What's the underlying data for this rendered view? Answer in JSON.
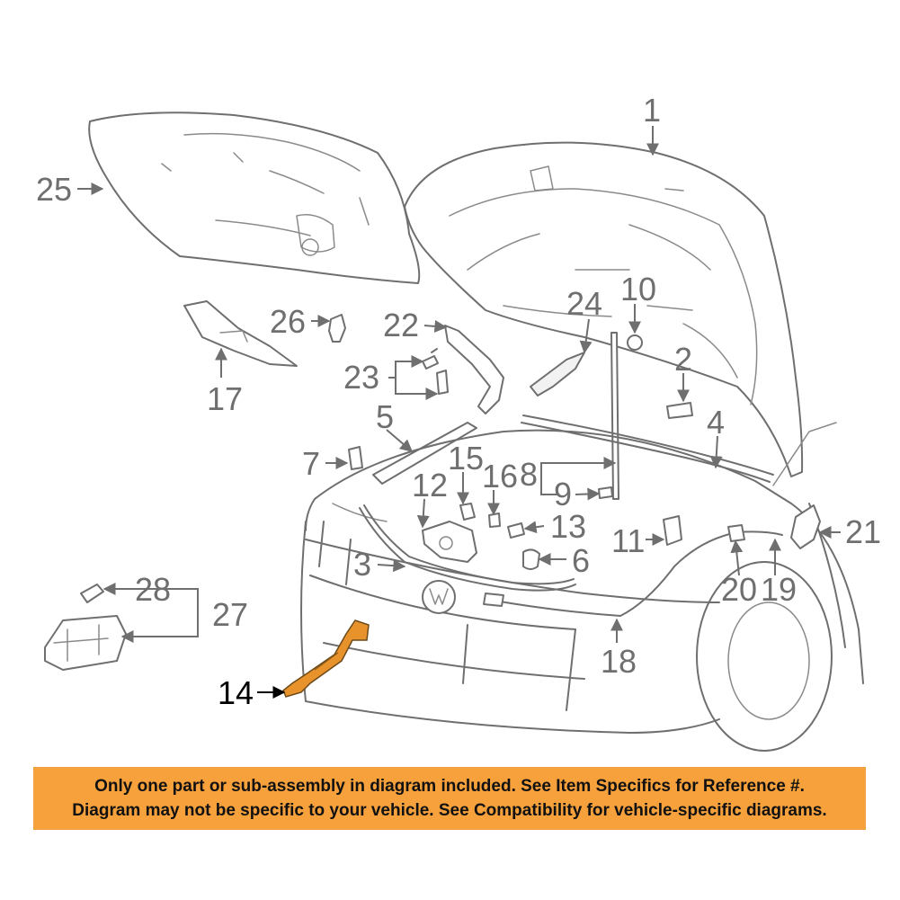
{
  "callouts": {
    "c1": "1",
    "c2": "2",
    "c3": "3",
    "c4": "4",
    "c5": "5",
    "c6": "6",
    "c7": "7",
    "c8": "8",
    "c9": "9",
    "c10": "10",
    "c11": "11",
    "c12": "12",
    "c13": "13",
    "c14": "14",
    "c15": "15",
    "c16": "16",
    "c17": "17",
    "c18": "18",
    "c19": "19",
    "c20": "20",
    "c21": "21",
    "c22": "22",
    "c23": "23",
    "c24": "24",
    "c25": "25",
    "c26": "26",
    "c27": "27",
    "c28": "28"
  },
  "highlighted_part": "14",
  "colors": {
    "highlight_part": "#e8922c",
    "notice_background": "#f6a13c",
    "line_art": "#6f6f6f"
  },
  "notice": {
    "line1": "Only one part or sub-assembly in diagram included. See Item Specifics for Reference #.",
    "line2": "Diagram may not be specific to your vehicle. See Compatibility for vehicle-specific diagrams."
  }
}
